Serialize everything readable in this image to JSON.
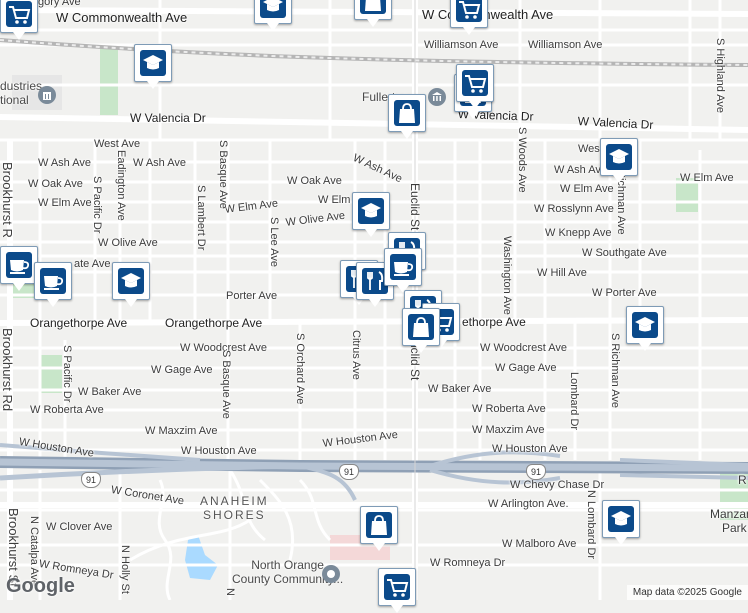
{
  "map": {
    "attribution": "Map data ©2025 Google",
    "logo": "Google",
    "highway_shield": "91",
    "area_label_line1": "ANAHEIM",
    "area_label_line2": "SHORES",
    "poi_left_line1": "dustries",
    "poi_left_line2": "tional",
    "poi_fullerton": "Fullerton",
    "poi_nocc_line1": "North Orange",
    "poi_nocc_line2": "County Community...",
    "colors": {
      "land": "#f1f1ef",
      "road": "#ffffff",
      "highway": "#8fa0b5",
      "park": "#c8e6c9",
      "water": "#aadaff",
      "pin_blue": "#0b4a8a"
    }
  },
  "streets": {
    "commonwealth_left": "W Commonwealth Ave",
    "commonwealth_right": "W Commonwealth Ave",
    "gregory": "gory Ave",
    "williamson_1": "Williamson Ave",
    "williamson_2": "Williamson Ave",
    "valencia_left": "W Valencia Dr",
    "valencia_right": "W Valencia Dr",
    "west_ave": "West Ave",
    "ash_left": "W Ash Ave",
    "ash_mid": "W Ash Ave",
    "ash_left2": "W Ash Ave",
    "ash_right": "W Ash Ave",
    "oak_left": "W Oak Ave",
    "oak_mid": "W Oak Ave",
    "elm_left": "W Elm Ave",
    "elm_mid": "W Elm Ave",
    "elm_mid2": "W Elm Ave",
    "elm_right": "W Elm Ave",
    "elm_far": "W Elm Ave",
    "olive_mid": "W Olive Ave",
    "olive_left": "W Olive Ave",
    "ate_ave": "ate Ave",
    "rosslynn": "W Rosslynn Ave",
    "knepp": "W Knepp Ave",
    "southgate": "W Southgate Ave",
    "hill": "W Hill Ave",
    "porter_left": "Porter Ave",
    "porter_right": "W Porter Ave",
    "orangethorpe_1": "Orangethorpe Ave",
    "orangethorpe_2": "Orangethorpe Ave",
    "orangethorpe_3": "ethorpe Ave",
    "woodcrest_left": "W Woodcrest Ave",
    "woodcrest_right": "W Woodcrest Ave",
    "gage_left": "W Gage Ave",
    "gage_right": "W Gage Ave",
    "baker_left": "W Baker Ave",
    "baker_right": "W Baker Ave",
    "roberta_left": "W Roberta Ave",
    "roberta_right": "W Roberta Ave",
    "maxzim_left": "W Maxzim Ave",
    "maxzim_right": "W Maxzim Ave",
    "houston_1": "W Houston Ave",
    "houston_2": "W Houston Ave",
    "houston_3": "W Houston Ave",
    "houston_4": "W Houston Ave",
    "coronet": "W Coronet Ave",
    "chevy_chase": "W Chevy Chase Dr",
    "arlington": "W Arlington Ave.",
    "clover": "W Clover Ave",
    "malboro": "W Malboro Ave",
    "romneya_left": "W Romneya Dr",
    "romneya_right": "W Romneya Dr",
    "brookhurst_1": "Brookhurst R",
    "brookhurst_2": "Brookhurst Rd",
    "brookhurst_3": "Brookhurst St",
    "pacific_1": "S Pacific Dr",
    "pacific_2": "S Pacific Dr",
    "eadington": "Eadington Ave",
    "basque_1": "S Basque Ave",
    "basque_2": "S Basque Ave",
    "lambert": "S Lambert Dr",
    "s_lee": "S Lee Ave",
    "orchard": "S Orchard Ave",
    "citrus": "Citrus Ave",
    "euclid_1": "Euclid St",
    "euclid_2": "Euclid St",
    "washington": "Washington Ave",
    "woods": "S Woods Ave",
    "richman_1": "Richman Ave",
    "richman_2": "S Richman Ave",
    "lombard_1": "Lombard Dr",
    "lombard_2": "N Lombard Dr",
    "highland": "S Highland Ave",
    "catalpa": "N Catalpa Ave",
    "holly": "N Holly St",
    "highland_n": "N",
    "manzanita": "Manzan",
    "park": "Park",
    "r_label": "R",
    "wes": "Wes"
  },
  "pins": [
    {
      "type": "education",
      "icon": "graduation-cap-icon"
    },
    {
      "type": "shopping",
      "icon": "shopping-bag-icon"
    },
    {
      "type": "shopping",
      "icon": "shopping-cart-icon"
    },
    {
      "type": "shopping",
      "icon": "shopping-cart-icon"
    },
    {
      "type": "shopping",
      "icon": "shopping-bag-icon"
    },
    {
      "type": "education",
      "icon": "graduation-cap-icon"
    },
    {
      "type": "food",
      "icon": "restaurant-icon"
    },
    {
      "type": "cafe",
      "icon": "coffee-cup-icon"
    },
    {
      "type": "cafe",
      "icon": "coffee-cup-icon"
    },
    {
      "type": "education",
      "icon": "graduation-cap-icon"
    },
    {
      "type": "education",
      "icon": "graduation-cap-icon"
    },
    {
      "type": "food",
      "icon": "restaurant-icon"
    },
    {
      "type": "food",
      "icon": "restaurant-icon"
    },
    {
      "type": "cafe",
      "icon": "coffee-cup-icon"
    },
    {
      "type": "food",
      "icon": "restaurant-icon"
    },
    {
      "type": "shopping",
      "icon": "shopping-cart-icon"
    },
    {
      "type": "shopping",
      "icon": "shopping-bag-icon"
    },
    {
      "type": "education",
      "icon": "graduation-cap-icon"
    },
    {
      "type": "shopping",
      "icon": "shopping-bag-icon"
    },
    {
      "type": "shopping",
      "icon": "shopping-cart-icon"
    },
    {
      "type": "shopping",
      "icon": "shopping-bag-icon"
    },
    {
      "type": "education",
      "icon": "graduation-cap-icon"
    },
    {
      "type": "shopping",
      "icon": "shopping-cart-icon"
    },
    {
      "type": "education",
      "icon": "graduation-cap-icon"
    }
  ]
}
